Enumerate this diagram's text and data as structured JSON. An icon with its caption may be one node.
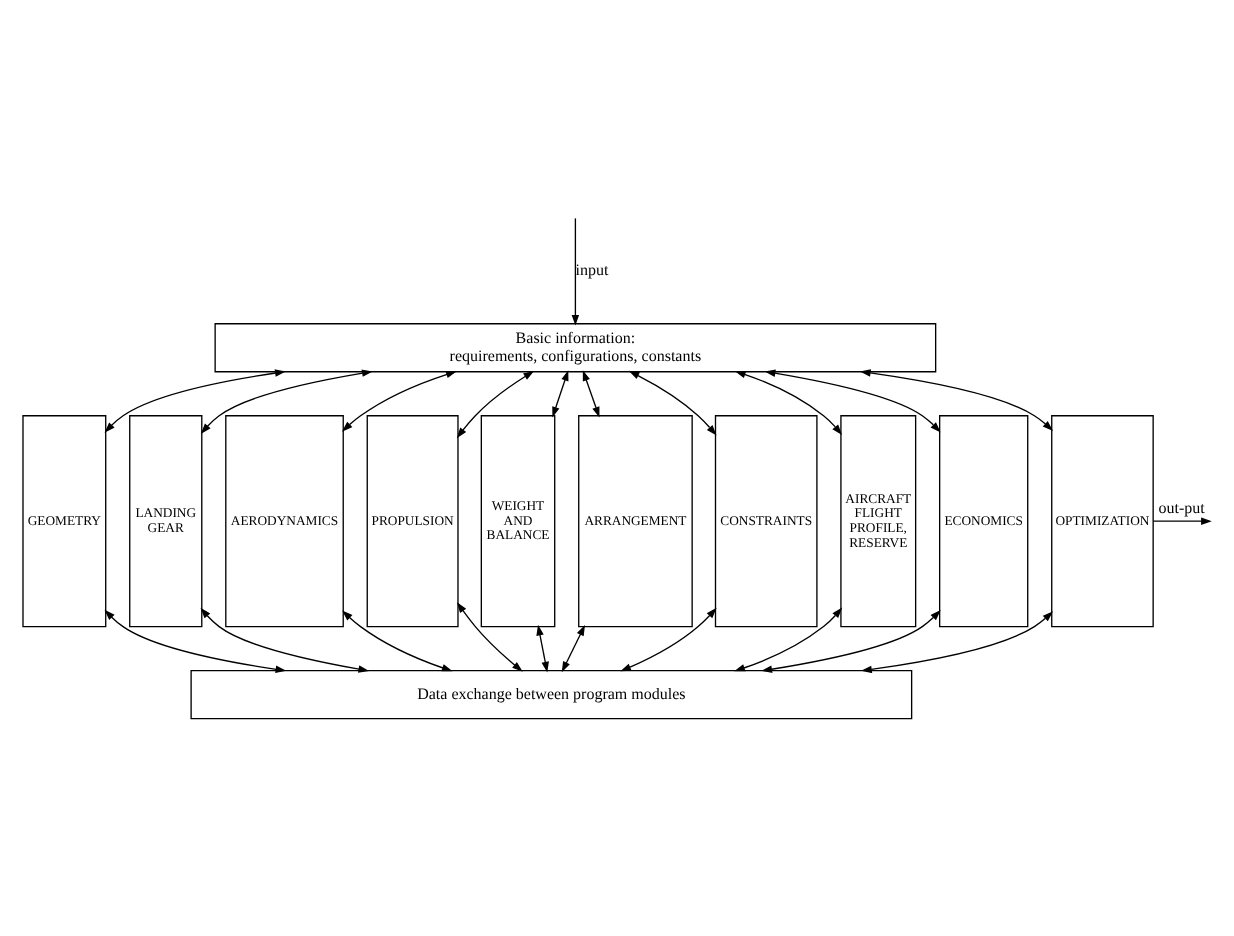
{
  "diagram": {
    "nodes": [
      {
        "text": [
          "Basic information:",
          "requirements, configurations, constants"
        ]
      },
      {
        "text": [
          "GEOMETRY"
        ]
      },
      {
        "text": [
          "LANDING GEAR"
        ]
      },
      {
        "text": [
          "AERODYNAMICS"
        ]
      },
      {
        "text": [
          "PROPULSION"
        ]
      },
      {
        "text": [
          "WEIGHT AND BALANCE"
        ]
      },
      {
        "text": [
          "ARRANGEMENT"
        ]
      },
      {
        "text": [
          "CONSTRAINTS"
        ]
      },
      {
        "text": [
          "AIRCRAFT FLIGHT PROFILE, RESERVE"
        ]
      },
      {
        "text": [
          "ECONOMICS"
        ]
      },
      {
        "text": [
          "OPTIMIZATION"
        ]
      },
      {
        "text": [
          "Data exchange between program modules"
        ]
      }
    ],
    "edges": [
      {
        "from": null,
        "to": 0,
        "arrow": "to",
        "label": "input"
      },
      {
        "from": 0,
        "to": 1,
        "arrow": "both"
      },
      {
        "from": 0,
        "to": 2,
        "arrow": "both"
      },
      {
        "from": 0,
        "to": 3,
        "arrow": "both"
      },
      {
        "from": 0,
        "to": 4,
        "arrow": "both"
      },
      {
        "from": 0,
        "to": 5,
        "arrow": "both"
      },
      {
        "from": 0,
        "to": 6,
        "arrow": "both"
      },
      {
        "from": 0,
        "to": 7,
        "arrow": "both"
      },
      {
        "from": 0,
        "to": 8,
        "arrow": "both"
      },
      {
        "from": 0,
        "to": 9,
        "arrow": "both"
      },
      {
        "from": 0,
        "to": 10,
        "arrow": "both"
      },
      {
        "from": 1,
        "to": 11,
        "arrow": "both"
      },
      {
        "from": 2,
        "to": 11,
        "arrow": "both"
      },
      {
        "from": 3,
        "to": 11,
        "arrow": "both"
      },
      {
        "from": 4,
        "to": 11,
        "arrow": "both"
      },
      {
        "from": 5,
        "to": 11,
        "arrow": "both"
      },
      {
        "from": 6,
        "to": 11,
        "arrow": "both"
      },
      {
        "from": 7,
        "to": 11,
        "arrow": "both"
      },
      {
        "from": 8,
        "to": 11,
        "arrow": "both"
      },
      {
        "from": 9,
        "to": 11,
        "arrow": "both"
      },
      {
        "from": 10,
        "to": 11,
        "arrow": "both"
      },
      {
        "from": 10,
        "to": null,
        "arrow": "to",
        "label": "out-put"
      }
    ]
  }
}
